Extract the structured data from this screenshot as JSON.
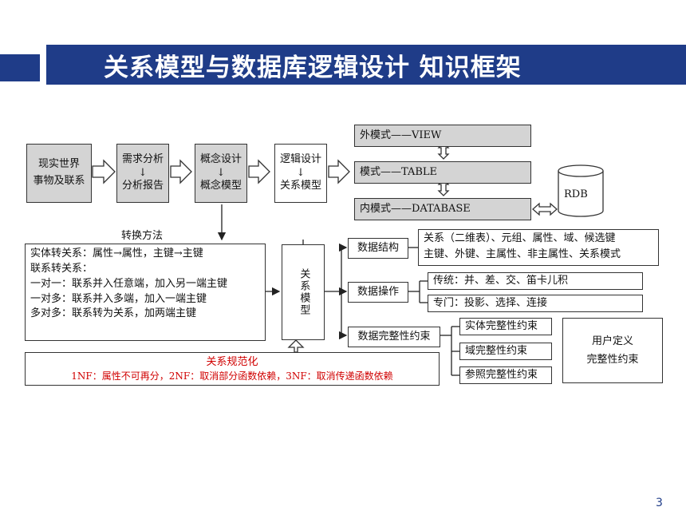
{
  "title": "关系模型与数据库逻辑设计  知识框架",
  "page_number": "3",
  "flow": {
    "real_world": [
      "现实世界",
      "事物及联系"
    ],
    "requirements": [
      "需求分析",
      "↓",
      "分析报告"
    ],
    "conceptual": [
      "概念设计",
      "↓",
      "概念模型"
    ],
    "logical": [
      "逻辑设计",
      "↓",
      "关系模型"
    ]
  },
  "schemas": {
    "external": "外模式——VIEW",
    "conceptual": "模式——TABLE",
    "internal": "内模式——DATABASE",
    "rdb": "RDB"
  },
  "conversion": {
    "label": "转换方法",
    "lines": [
      "实体转关系：属性→属性，主键→主键",
      "联系转关系：",
      "一对一：联系并入任意端，加入另一端主键",
      "一对多：联系并入多端，加入一端主键",
      "多对多：联系转为关系，加两端主键"
    ]
  },
  "relational_model": "关系模型",
  "normalization": {
    "title": "关系规范化",
    "text": "1NF：属性不可再分，2NF：取消部分函数依赖，3NF：取消传递函数依赖"
  },
  "components": {
    "structure": {
      "label": "数据结构",
      "detail": [
        "关系（二维表）、元组、属性、域、候选键",
        "主键、外键、主属性、非主属性、关系模式"
      ]
    },
    "operations": {
      "label": "数据操作",
      "traditional": "传统：并、差、交、笛卡儿积",
      "special": "专门：投影、选择、连接"
    },
    "integrity": {
      "label": "数据完整性约束",
      "entity": "实体完整性约束",
      "domain": "域完整性约束",
      "referential": "参照完整性约束",
      "user": [
        "用户定义",
        "完整性约束"
      ]
    }
  }
}
